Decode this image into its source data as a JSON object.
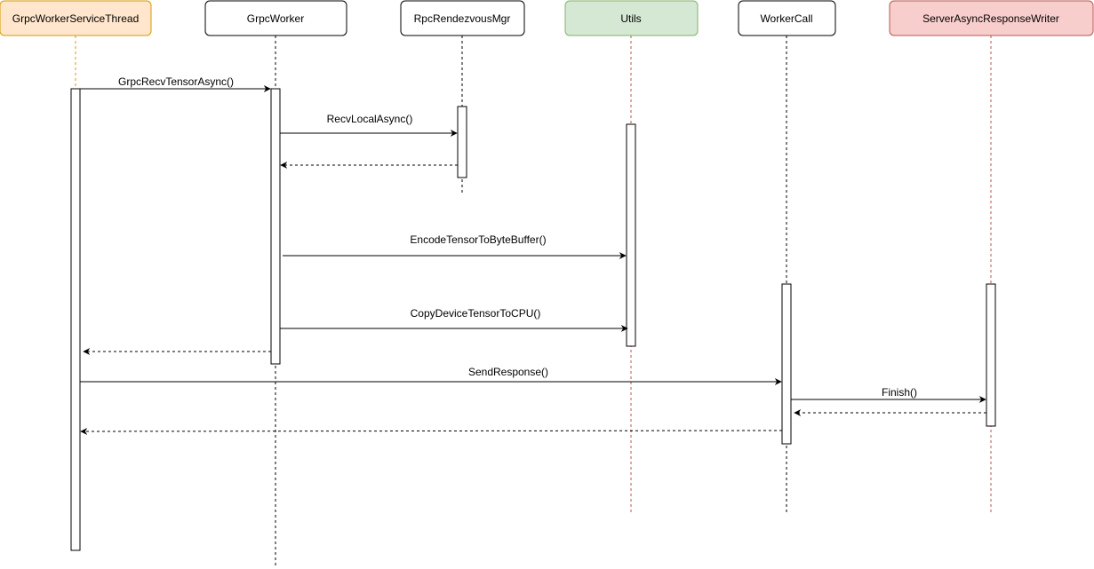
{
  "participants": [
    {
      "id": "service-thread",
      "label": "GrpcWorkerServiceThread",
      "fill": "#ffe6cc",
      "stroke": "#d79b00",
      "lifeline": "#d79b00"
    },
    {
      "id": "grpc-worker",
      "label": "GrpcWorker",
      "fill": "#ffffff",
      "stroke": "#000000",
      "lifeline": "#000000"
    },
    {
      "id": "rendezvous-mgr",
      "label": "RpcRendezvousMgr",
      "fill": "#ffffff",
      "stroke": "#000000",
      "lifeline": "#000000"
    },
    {
      "id": "utils",
      "label": "Utils",
      "fill": "#d5e8d4",
      "stroke": "#82b366",
      "lifeline": "#b85450"
    },
    {
      "id": "worker-call",
      "label": "WorkerCall",
      "fill": "#ffffff",
      "stroke": "#000000",
      "lifeline": "#000000"
    },
    {
      "id": "response-writer",
      "label": "ServerAsyncResponseWriter",
      "fill": "#f8cecc",
      "stroke": "#b85450",
      "lifeline": "#b85450"
    }
  ],
  "messages": [
    {
      "id": "grpc-recv-tensor-async",
      "label": "GrpcRecvTensorAsync()",
      "kind": "call"
    },
    {
      "id": "recv-local-async",
      "label": "RecvLocalAsync()",
      "kind": "call"
    },
    {
      "id": "recv-local-async-return",
      "label": "",
      "kind": "return"
    },
    {
      "id": "encode-tensor-to-byte-buffer",
      "label": "EncodeTensorToByteBuffer()",
      "kind": "call"
    },
    {
      "id": "copy-device-tensor-to-cpu",
      "label": "CopyDeviceTensorToCPU()",
      "kind": "call"
    },
    {
      "id": "grpc-recv-tensor-async-return",
      "label": "",
      "kind": "return"
    },
    {
      "id": "send-response",
      "label": "SendResponse()",
      "kind": "call"
    },
    {
      "id": "finish",
      "label": "Finish()",
      "kind": "call"
    },
    {
      "id": "finish-return",
      "label": "",
      "kind": "return"
    },
    {
      "id": "send-response-return",
      "label": "",
      "kind": "return"
    }
  ]
}
